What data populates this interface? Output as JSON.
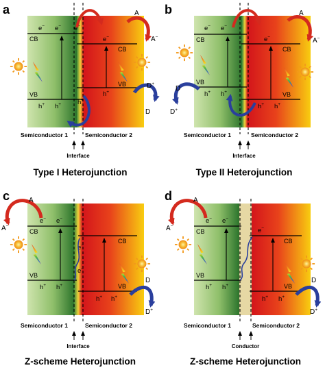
{
  "panels": [
    {
      "id": "a",
      "label": "a",
      "caption": "Type I Heterojunction",
      "left_band": {
        "cb": "CB",
        "vb": "VB",
        "electron": "e",
        "hole": "h"
      },
      "right_band": {
        "cb": "CB",
        "vb": "VB",
        "electron": "e",
        "hole": "h"
      },
      "acceptor": {
        "name": "A",
        "reduced": "A"
      },
      "donor": {
        "name": "D",
        "oxidized": "D"
      },
      "semiconductor_1": "Semiconductor 1",
      "semiconductor_2": "Semiconductor 2",
      "interface": "Interface"
    },
    {
      "id": "b",
      "label": "b",
      "caption": "Type II Heterojunction",
      "left_band": {
        "cb": "CB",
        "vb": "VB",
        "electron": "e",
        "hole": "h"
      },
      "right_band": {
        "cb": "CB",
        "vb": "VB",
        "electron": "e",
        "hole": "h"
      },
      "acceptor": {
        "name": "A",
        "reduced": "A"
      },
      "donor": {
        "name": "D",
        "oxidized": "D"
      },
      "semiconductor_1": "Semiconductor 1",
      "semiconductor_2": "Semiconductor 2",
      "interface": "Interface"
    },
    {
      "id": "c",
      "label": "c",
      "caption": "Z-scheme Heterojunction",
      "left_band": {
        "cb": "CB",
        "vb": "VB",
        "electron": "e",
        "hole": "h"
      },
      "right_band": {
        "cb": "CB",
        "vb": "VB",
        "electron": "e",
        "hole": "h"
      },
      "acceptor": {
        "name": "A",
        "reduced": "A"
      },
      "donor": {
        "name": "D",
        "oxidized": "D"
      },
      "semiconductor_1": "Semiconductor 1",
      "semiconductor_2": "Semiconductor 2",
      "interface": "Interface"
    },
    {
      "id": "d",
      "label": "d",
      "caption": "Z-scheme Heterojunction",
      "left_band": {
        "cb": "CB",
        "vb": "VB",
        "electron": "e",
        "hole": "h"
      },
      "right_band": {
        "cb": "CB",
        "vb": "VB",
        "electron": "e",
        "hole": "h"
      },
      "acceptor": {
        "name": "A",
        "reduced": "A"
      },
      "donor": {
        "name": "D",
        "oxidized": "D"
      },
      "semiconductor_1": "Semiconductor 1",
      "semiconductor_2": "Semiconductor 2",
      "interface": "Conductor"
    }
  ],
  "charges": {
    "minus": "−",
    "plus": "+"
  },
  "colors": {
    "semiconductor_1_gradient": [
      "#c7dfa6",
      "#2f7a2f"
    ],
    "semiconductor_2_gradient": [
      "#d8161b",
      "#f7c70f"
    ],
    "conductor": "#e8dcaa",
    "acceptor_arrow": "#d42a1e",
    "donor_arrow": "#2a3f9d",
    "electron_path": "#2a3f9d"
  },
  "icons": [
    "sun-icon",
    "lightning-icon",
    "charge-transfer-arrow-icon"
  ]
}
